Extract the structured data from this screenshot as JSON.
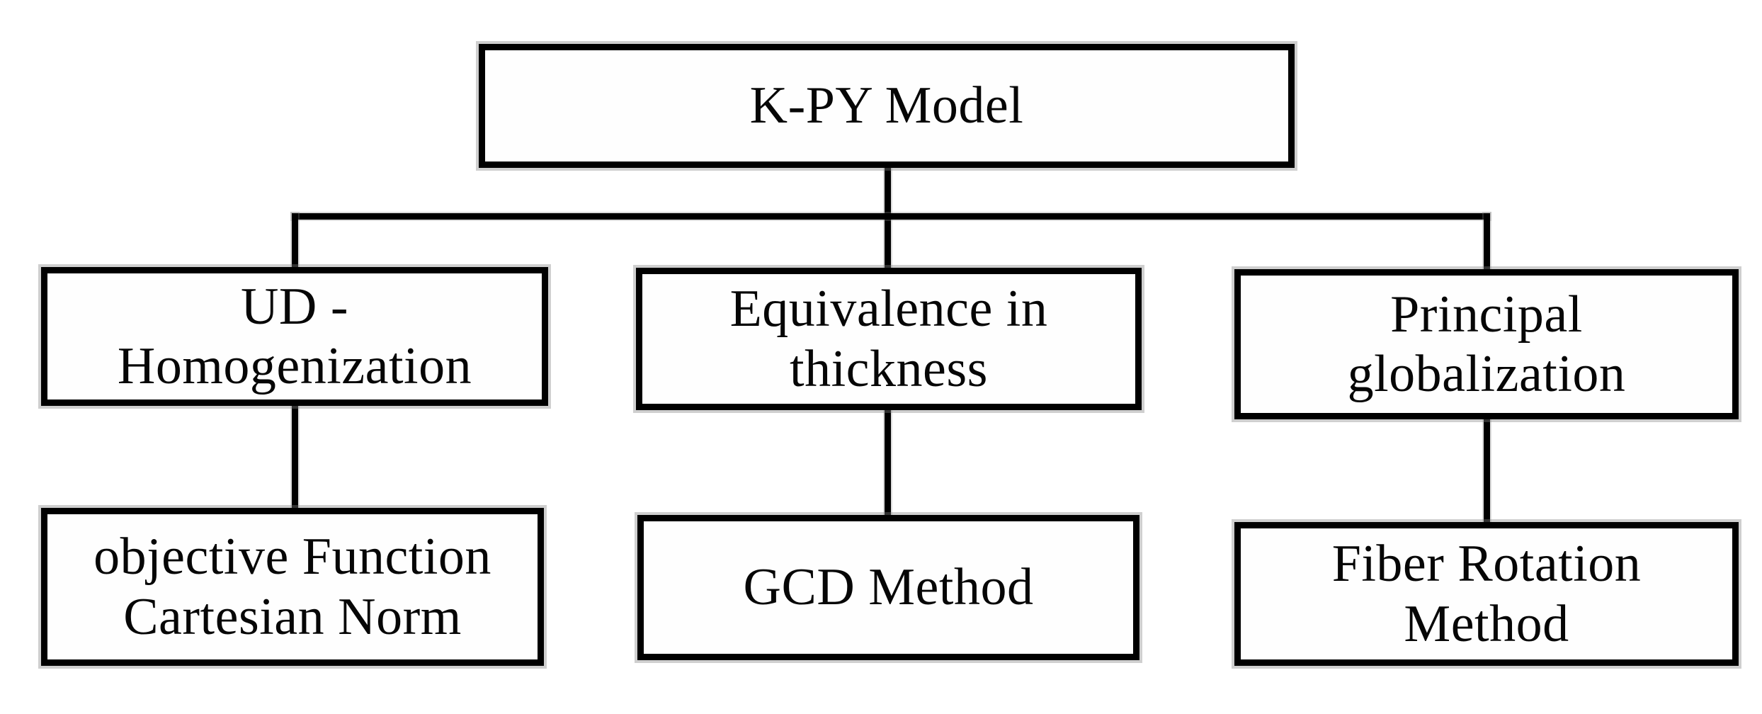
{
  "figure": {
    "type": "tree-diagram",
    "background_color": "#ffffff",
    "box_border_color": "#000000",
    "box_fill_color": "#fefefe",
    "connector_color": "#000000",
    "shadow_halo_color": "#828282",
    "text_color": "#060606"
  },
  "nodes": {
    "root": {
      "label": "K-PY Model"
    },
    "branches": [
      {
        "label": "UD -\nHomogenization",
        "child": {
          "label": "objective Function\nCartesian Norm"
        }
      },
      {
        "label": "Equivalence in\nthickness",
        "child": {
          "label": "GCD Method"
        }
      },
      {
        "label": "Principal\nglobalization",
        "child": {
          "label": "Fiber Rotation\nMethod"
        }
      }
    ]
  }
}
